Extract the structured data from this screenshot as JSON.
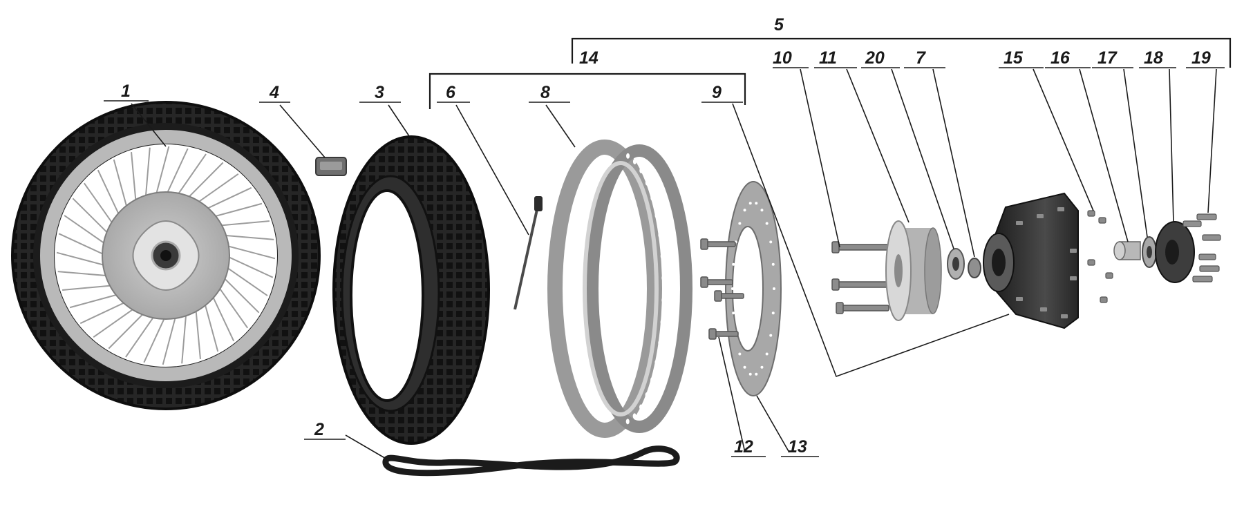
{
  "diagram": {
    "colors": {
      "tire": "#2b2b2b",
      "tread": "#161616",
      "rim": "#9a9a9a",
      "rim_light": "#d2d2d2",
      "metal": "#bdbdbd",
      "hub_dark": "#3a3a3a",
      "line": "#1a1a1a"
    },
    "callouts": [
      {
        "id": "1",
        "label": "1"
      },
      {
        "id": "2",
        "label": "2"
      },
      {
        "id": "3",
        "label": "3"
      },
      {
        "id": "4",
        "label": "4"
      },
      {
        "id": "5",
        "label": "5"
      },
      {
        "id": "6",
        "label": "6"
      },
      {
        "id": "7",
        "label": "7"
      },
      {
        "id": "8",
        "label": "8"
      },
      {
        "id": "9",
        "label": "9"
      },
      {
        "id": "10",
        "label": "10"
      },
      {
        "id": "11",
        "label": "11"
      },
      {
        "id": "12",
        "label": "12"
      },
      {
        "id": "13",
        "label": "13"
      },
      {
        "id": "14",
        "label": "14"
      },
      {
        "id": "15",
        "label": "15"
      },
      {
        "id": "16",
        "label": "16"
      },
      {
        "id": "17",
        "label": "17"
      },
      {
        "id": "18",
        "label": "18"
      },
      {
        "id": "19",
        "label": "19"
      },
      {
        "id": "20",
        "label": "20"
      }
    ]
  }
}
